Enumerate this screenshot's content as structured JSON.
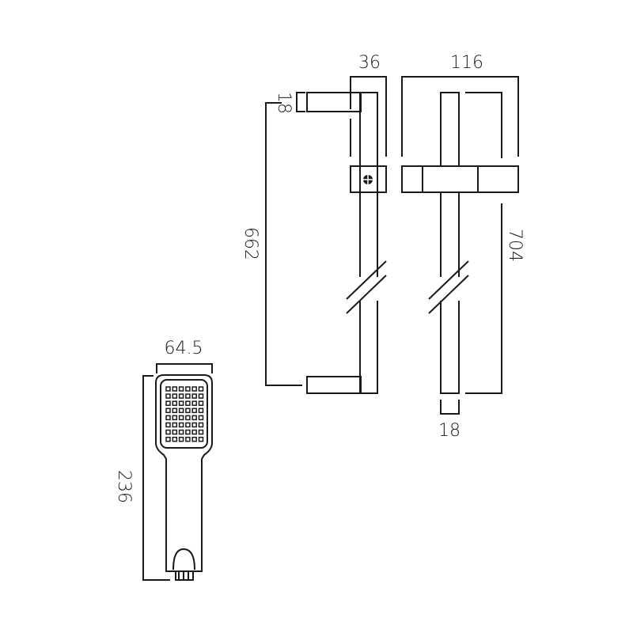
{
  "dimensions": {
    "bracket_depth": "36",
    "bracket_width": "116",
    "arm_height": "18",
    "rail_centres": "662",
    "rail_length": "704",
    "rail_width": "18",
    "handset_width": "64.5",
    "handset_length": "236"
  },
  "handset_grid": {
    "columns": 6,
    "rows": 8
  }
}
